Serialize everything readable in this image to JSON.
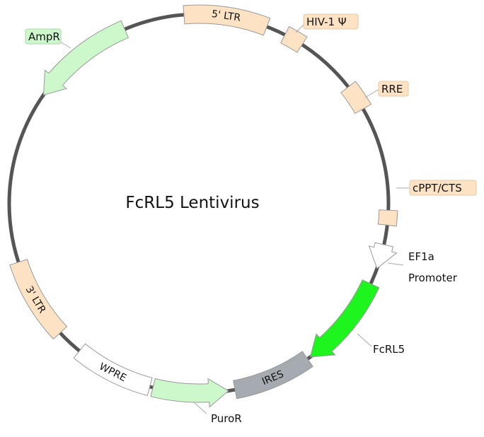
{
  "title": "FcRL5 Lentivirus",
  "colors": {
    "backbone": "#555555",
    "ltr": "#fde3c4",
    "amp": "#ccf8cc",
    "green": "#1ef51e",
    "ires": "#a6abb1",
    "white": "#ffffff",
    "stroke": "#999999"
  },
  "features": [
    {
      "id": "ltr5",
      "name": "5' LTR",
      "start": -4.5,
      "end": 21,
      "color": "#fde3c4",
      "dir": 0,
      "inside": true
    },
    {
      "id": "psi",
      "name": "HIV-1 Ψ",
      "start": 27,
      "end": 33,
      "color": "#fde3c4",
      "dir": 0,
      "inside": false
    },
    {
      "id": "rre",
      "name": "RRE",
      "start": 52,
      "end": 60,
      "color": "#fde3c4",
      "dir": 0,
      "inside": false
    },
    {
      "id": "cppt",
      "name": "cPPT/CTS",
      "start": 92,
      "end": 96.5,
      "color": "#fde3c4",
      "dir": 0,
      "inside": false
    },
    {
      "id": "ef1a",
      "name": "EF1a Promoter",
      "start": 102.5,
      "end": 110,
      "color": "#ffffff",
      "dir": 1,
      "inside": false
    },
    {
      "id": "fcrl5",
      "name": "FcRL5",
      "start": 115,
      "end": 144,
      "color": "#1ef51e",
      "dir": 1,
      "inside": false
    },
    {
      "id": "ires",
      "name": "IRES",
      "start": 145,
      "end": 169,
      "color": "#a6abb1",
      "dir": 0,
      "inside": true
    },
    {
      "id": "puror",
      "name": "PuroR",
      "start": 171,
      "end": 194,
      "color": "#ccf8cc",
      "dir": -1,
      "inside": false
    },
    {
      "id": "wpre",
      "name": "WPRE",
      "start": 195,
      "end": 219,
      "color": "#ffffff",
      "dir": 0,
      "inside": true
    },
    {
      "id": "ltr3",
      "name": "3' LTR",
      "start": 227,
      "end": 252,
      "color": "#fde3c4",
      "dir": 0,
      "inside": true
    },
    {
      "id": "ampr",
      "name": "AmpR",
      "start": 305,
      "end": 337,
      "color": "#ccf8cc",
      "dir": -1,
      "inside": false
    }
  ],
  "labels": {
    "psi": "HIV-1 Ψ",
    "rre": "RRE",
    "cppt": "cPPT/CTS",
    "ef1a_line1": "EF1a",
    "ef1a_line2": "Promoter",
    "fcrl5": "FcRL5",
    "puror": "PuroR",
    "ampr": "AmpR"
  }
}
